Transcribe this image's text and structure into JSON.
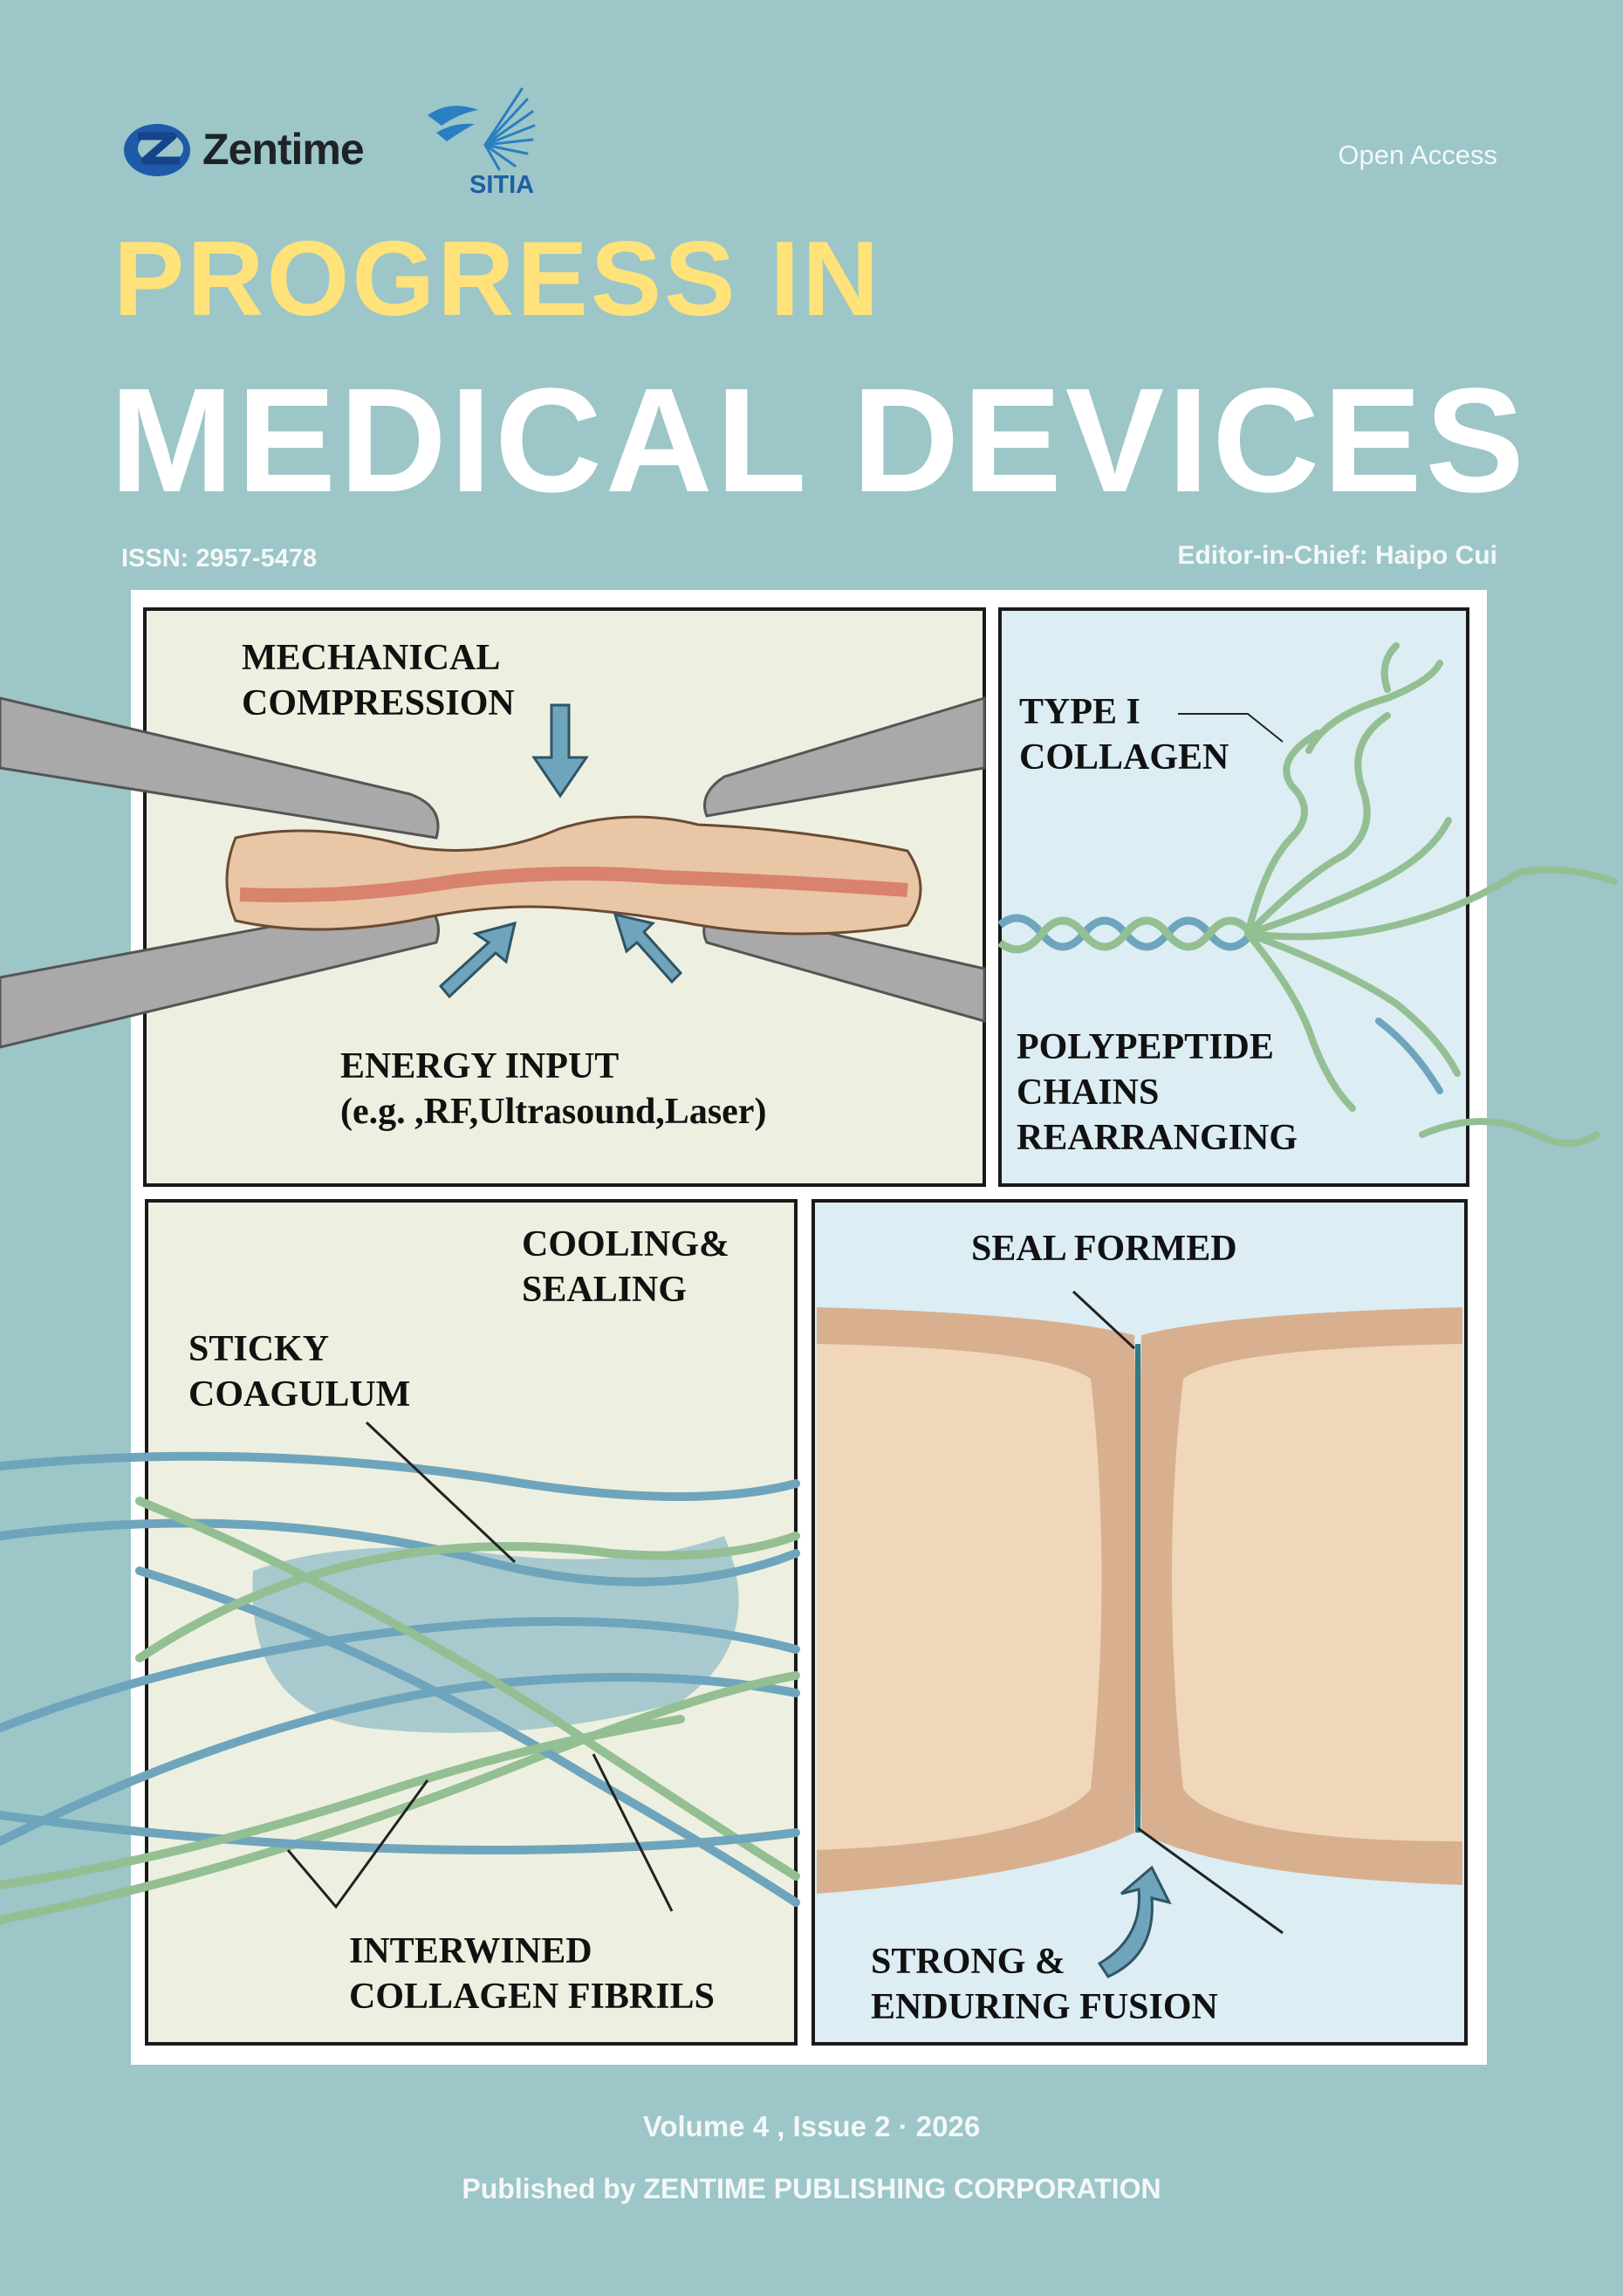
{
  "header": {
    "brand": "Zentime",
    "partner": "SITIA",
    "access": "Open Access",
    "title_line1": "PROGRESS IN",
    "title_line2": "MEDICAL DEVICES",
    "issn": "ISSN: 2957-5478",
    "editor": "Editor-in-Chief: Haipo Cui"
  },
  "illustration": {
    "panel1": {
      "label_top": [
        "MECHANICAL",
        "COMPRESSION"
      ],
      "label_bottom": [
        "ENERGY INPUT",
        "(e.g. ,RF,Ultrasound,Laser)"
      ]
    },
    "panel2": {
      "label_top": [
        "TYPE I",
        "COLLAGEN"
      ],
      "label_bottom": [
        "POLYPEPTIDE",
        "CHAINS",
        "REARRANGING"
      ]
    },
    "panel3": {
      "label_cooling": [
        "COOLING&",
        "SEALING"
      ],
      "label_sticky": [
        "STICKY",
        "COAGULUM"
      ],
      "label_fibrils": [
        "INTERWINED",
        "COLLAGEN FIBRILS"
      ]
    },
    "panel4": {
      "label_top": "SEAL FORMED",
      "label_bottom": [
        "STRONG &",
        "ENDURING FUSION"
      ]
    }
  },
  "footer": {
    "volume": "Volume 4 , Issue 2 · 2026",
    "publisher": "Published by ZENTIME PUBLISHING CORPORATION"
  },
  "colors": {
    "background": "#9cc6c8",
    "title_yellow": "#ffe27a",
    "panel_cream": "#edf0e0",
    "panel_blue": "#dcedf3",
    "tissue": "#e8c6a6",
    "fibril_blue": "#6ea5bd",
    "fibril_green": "#93bf93"
  }
}
